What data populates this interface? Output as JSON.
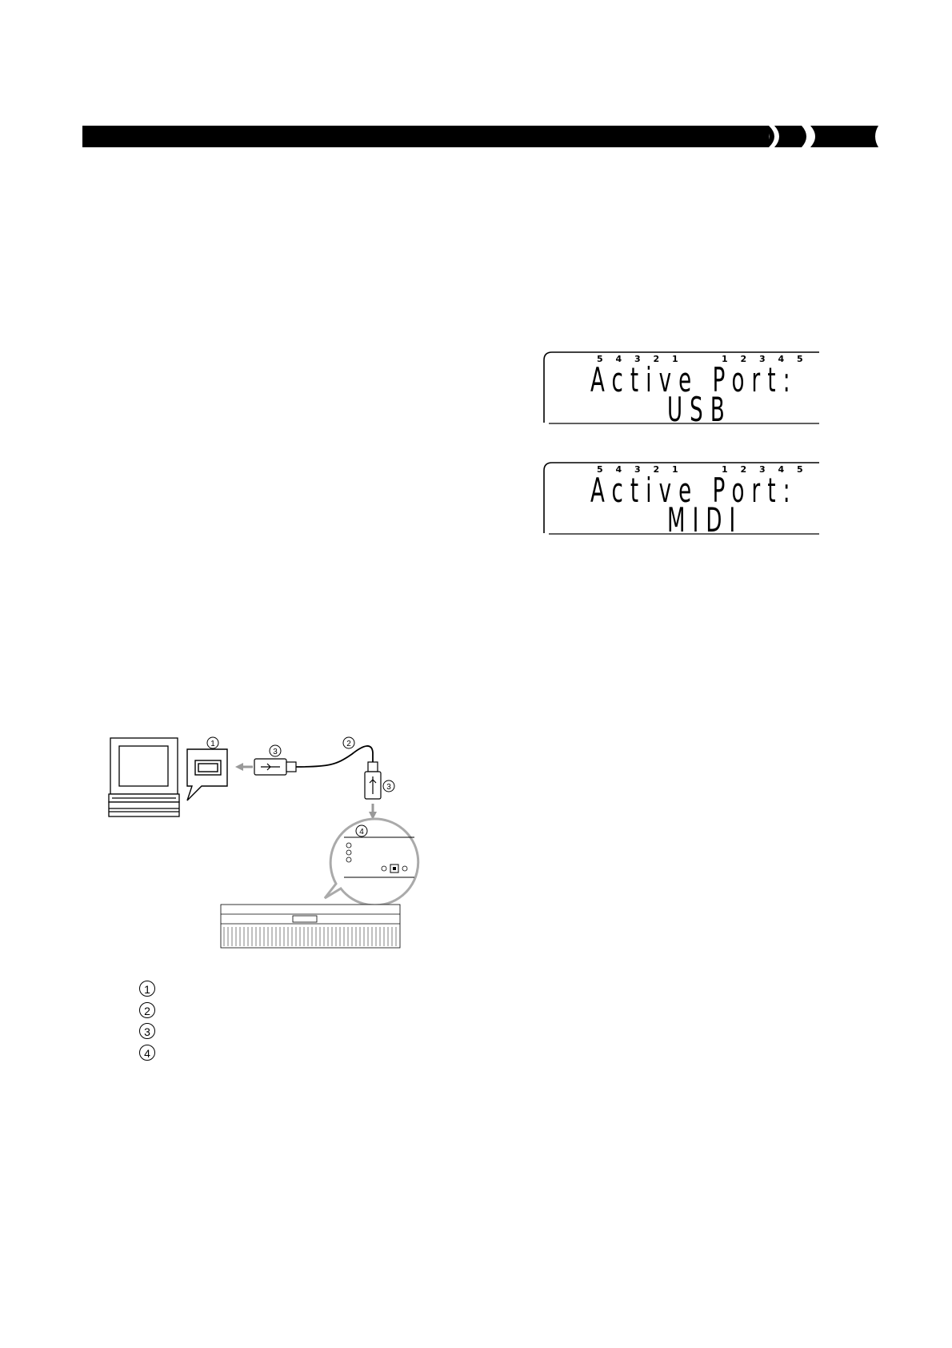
{
  "lcd_usb": {
    "indicator_left": [
      "5",
      "4",
      "3",
      "2",
      "1"
    ],
    "indicator_right": [
      "1",
      "2",
      "3",
      "4",
      "5"
    ],
    "line1": "Active Port:",
    "line2": "USB"
  },
  "lcd_midi": {
    "indicator_left": [
      "5",
      "4",
      "3",
      "2",
      "1"
    ],
    "indicator_right": [
      "1",
      "2",
      "3",
      "4",
      "5"
    ],
    "line1": "Active Port:",
    "line2": "MIDI"
  },
  "diagram": {
    "callout_1": "1",
    "callout_2": "2",
    "callout_3a": "3",
    "callout_3b": "3",
    "callout_4": "4"
  },
  "legend": [
    "1",
    "2",
    "3",
    "4"
  ],
  "icons": {
    "computer": "computer-icon",
    "usb_port": "usb-port-icon",
    "usb_cable": "usb-cable-icon",
    "keyboard": "keyboard-instrument-icon",
    "usb_symbol": "usb-symbol-icon"
  }
}
